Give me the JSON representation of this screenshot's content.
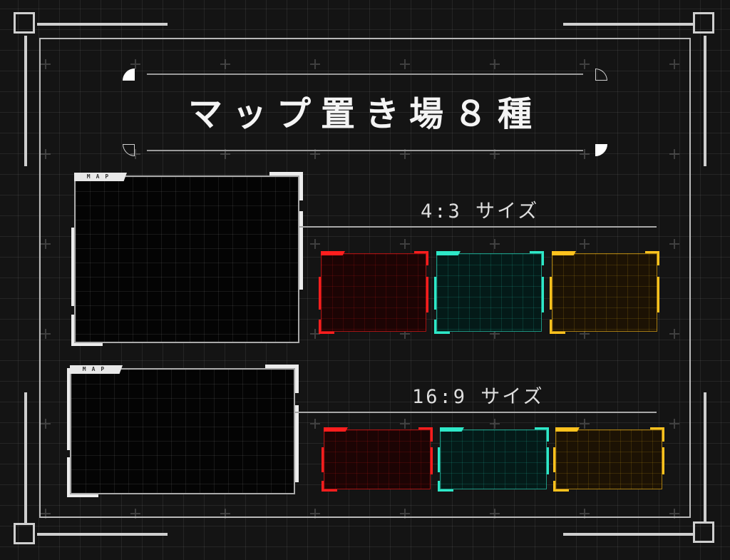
{
  "title": "マップ置き場８種",
  "sections": [
    {
      "label": "4:3 サイズ"
    },
    {
      "label": "16:9 サイズ"
    }
  ],
  "frames": {
    "large_43": {
      "label": "MAP",
      "color": "#ececec"
    },
    "large_169": {
      "label": "MAP",
      "color": "#ececec"
    }
  },
  "mini_frames": {
    "43": [
      {
        "name": "red",
        "color": "#ff1e1e",
        "fill": "#1c0404"
      },
      {
        "name": "teal",
        "color": "#2ee8c8",
        "fill": "#041a18"
      },
      {
        "name": "gold",
        "color": "#ffc21e",
        "fill": "#1c1204"
      }
    ],
    "169": [
      {
        "name": "red",
        "color": "#ff1e1e",
        "fill": "#1c0404"
      },
      {
        "name": "teal",
        "color": "#2ee8c8",
        "fill": "#041a18"
      },
      {
        "name": "gold",
        "color": "#ffc21e",
        "fill": "#1c1204"
      }
    ]
  },
  "colors": {
    "background": "#141414",
    "frame_line": "#cfcfcf",
    "text": "#eaeaea"
  }
}
